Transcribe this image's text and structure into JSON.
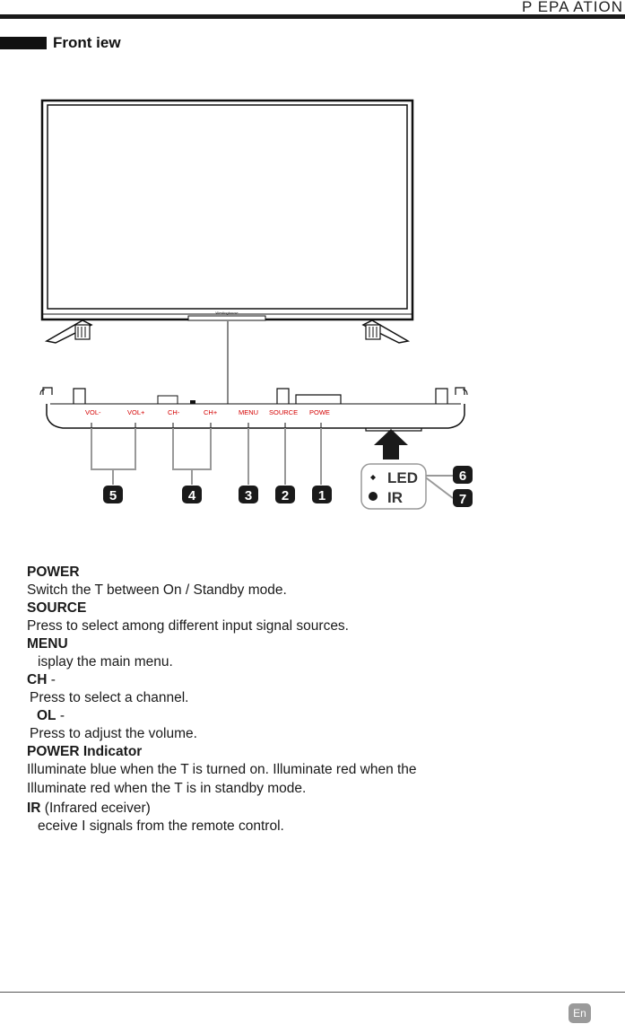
{
  "header": {
    "title": "P EPA ATION"
  },
  "section": {
    "title": "Front iew"
  },
  "figure": {
    "tv_logo": "Westinghouse",
    "buttons": {
      "vol_minus": "VOL-",
      "vol_plus": "VOL+",
      "ch_minus": "CH-",
      "ch_plus": "CH+",
      "menu": "MENU",
      "source": "SOURCE",
      "power": "POWE"
    },
    "indicators": {
      "led": "LED",
      "ir": "IR"
    },
    "callouts": [
      "5",
      "4",
      "3",
      "2",
      "1",
      "6",
      "7"
    ]
  },
  "descriptions": {
    "power_term": "POWER",
    "power_text": "Switch the T   between On / Standby mode.",
    "source_term": "SOURCE",
    "source_text": "Press to select among different input signal sources.",
    "menu_term": "MENU",
    "menu_text": "isplay the main menu.",
    "ch_term": "CH",
    "ch_suffix": " -",
    "ch_text": "Press to select a channel.",
    "vol_term": "OL",
    "vol_suffix": " -",
    "vol_text": "Press to adjust the volume.",
    "indicator_term": "POWER Indicator",
    "indicator_text_1": "Illuminate blue when the T    is turned on. Illuminate red when the",
    "indicator_text_2": "Illuminate red when the  T    is in standby mode.",
    "ir_term": "IR",
    "ir_suffix": " (Infrared    eceiver)",
    "ir_text": "eceive I    signals from the remote control."
  },
  "footer": {
    "language": "En"
  }
}
